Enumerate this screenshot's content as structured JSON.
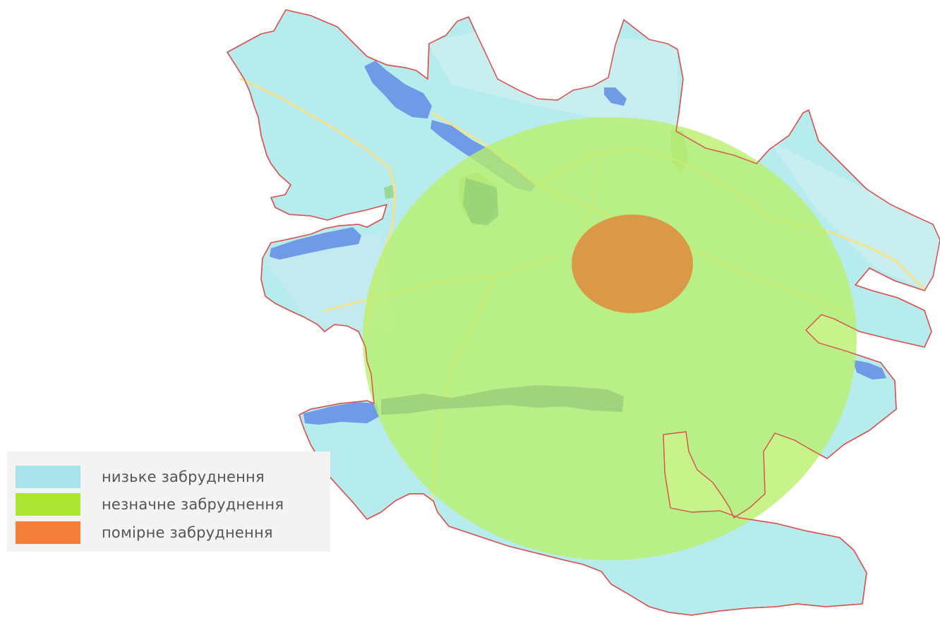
{
  "map": {
    "colors": {
      "background": "#ffffff",
      "boundary": "#d9534f",
      "low_fill": "#b7ecee",
      "low_fill_alt": "#cbeef0",
      "water": "#6f9be6",
      "moderate_zone": "#b9f06a",
      "significant_zone": "#e08a3c",
      "roads": "#f6e28a",
      "parks": "#95d48a"
    }
  },
  "legend": {
    "items": [
      {
        "label": "низьке забруднення",
        "color": "#a9e3ea"
      },
      {
        "label": "незначне забруднення",
        "color": "#aee534"
      },
      {
        "label": "помірне забруднення",
        "color": "#f47f3b"
      }
    ]
  }
}
